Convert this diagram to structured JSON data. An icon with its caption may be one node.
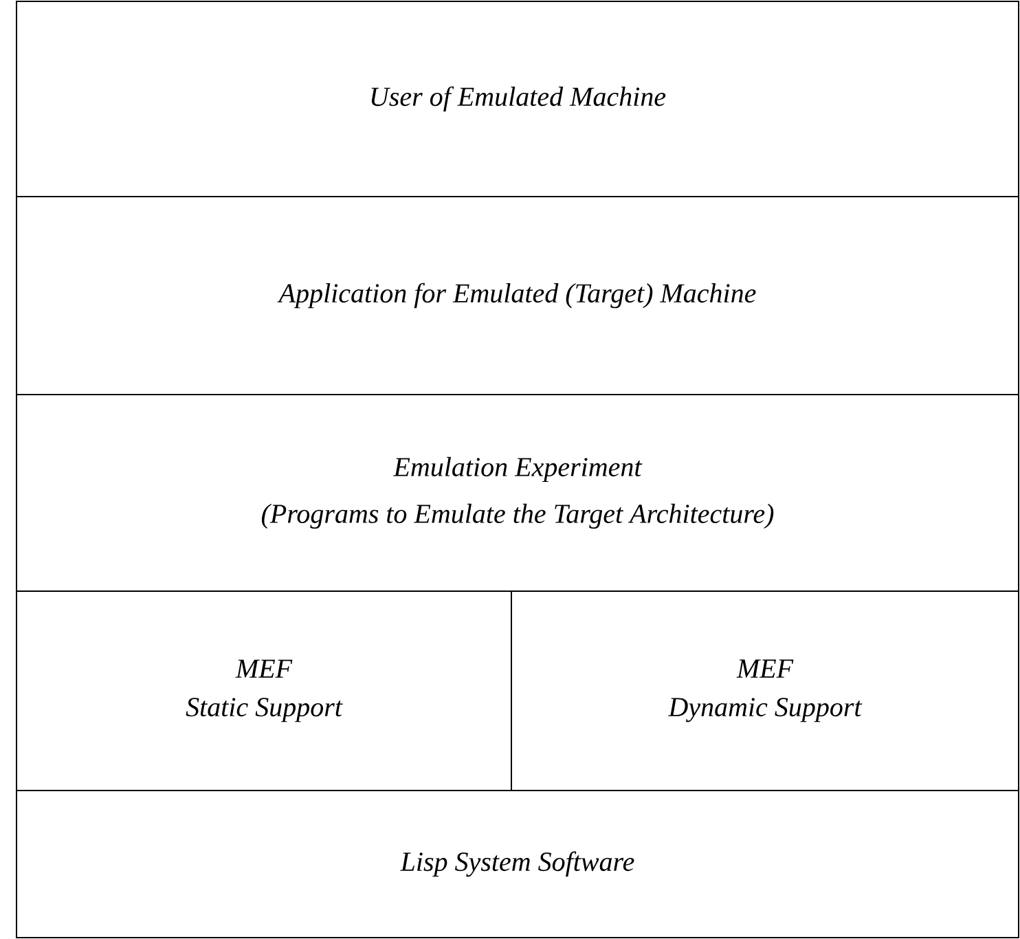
{
  "diagram": {
    "nodes": [
      {
        "text": [
          "User of Emulated Machine"
        ]
      },
      {
        "text": [
          "Application for Emulated (Target) Machine"
        ]
      },
      {
        "text": [
          "Emulation Experiment",
          "(Programs to Emulate the Target Architecture)"
        ]
      },
      {
        "text": [
          "MEF",
          "Static Support"
        ]
      },
      {
        "text": [
          "MEF",
          "Dynamic Support"
        ]
      },
      {
        "text": [
          "Lisp System Software"
        ]
      }
    ]
  }
}
